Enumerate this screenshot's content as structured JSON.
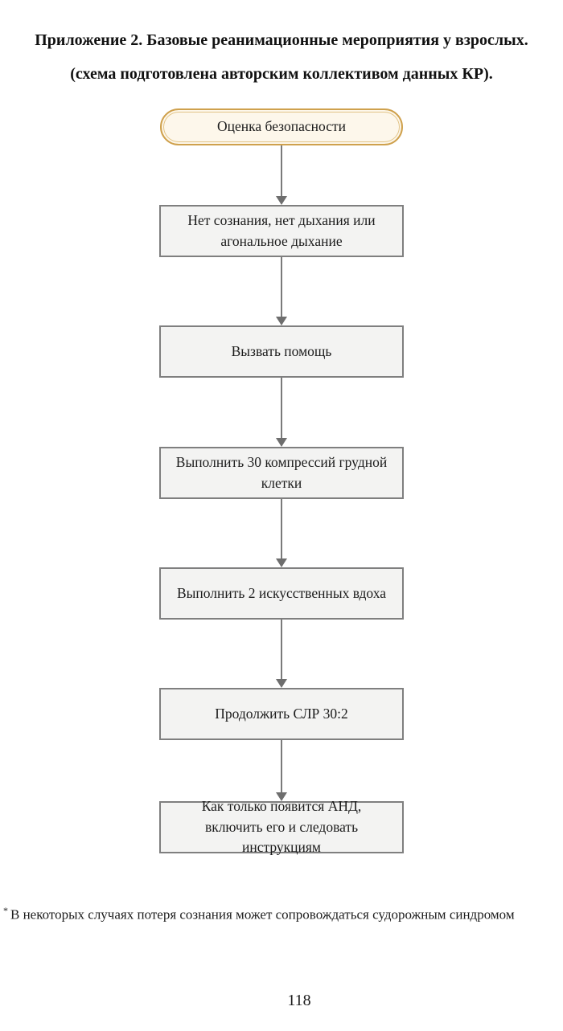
{
  "page": {
    "title_line1": "Приложение 2. Базовые реанимационные мероприятия у взрослых.",
    "title_line2": "(схема подготовлена авторским коллективом данных КР).",
    "footnote_marker": "*",
    "footnote_text": "В некоторых случаях потеря сознания может сопровождаться судорожным синдромом",
    "page_number": "118"
  },
  "flowchart": {
    "colors": {
      "start_node_fill": "#fdf7eb",
      "start_node_border": "#cfa14d",
      "step_node_fill": "#f3f3f2",
      "step_node_border": "#7f7f7f",
      "arrow": "#7a7a7a"
    },
    "nodes": [
      {
        "shape": "rounded",
        "label": "Оценка безопасности"
      },
      {
        "shape": "rect",
        "label": "Нет сознания, нет дыхания или агональное дыхание"
      },
      {
        "shape": "rect",
        "label": "Вызвать помощь"
      },
      {
        "shape": "rect",
        "label": "Выполнить 30 компрессий грудной клетки"
      },
      {
        "shape": "rect",
        "label": "Выполнить 2 искусственных вдоха"
      },
      {
        "shape": "rect",
        "label": "Продолжить СЛР 30:2"
      },
      {
        "shape": "rect",
        "label": "Как только появится АНД, включить его и следовать инструкциям"
      }
    ]
  }
}
